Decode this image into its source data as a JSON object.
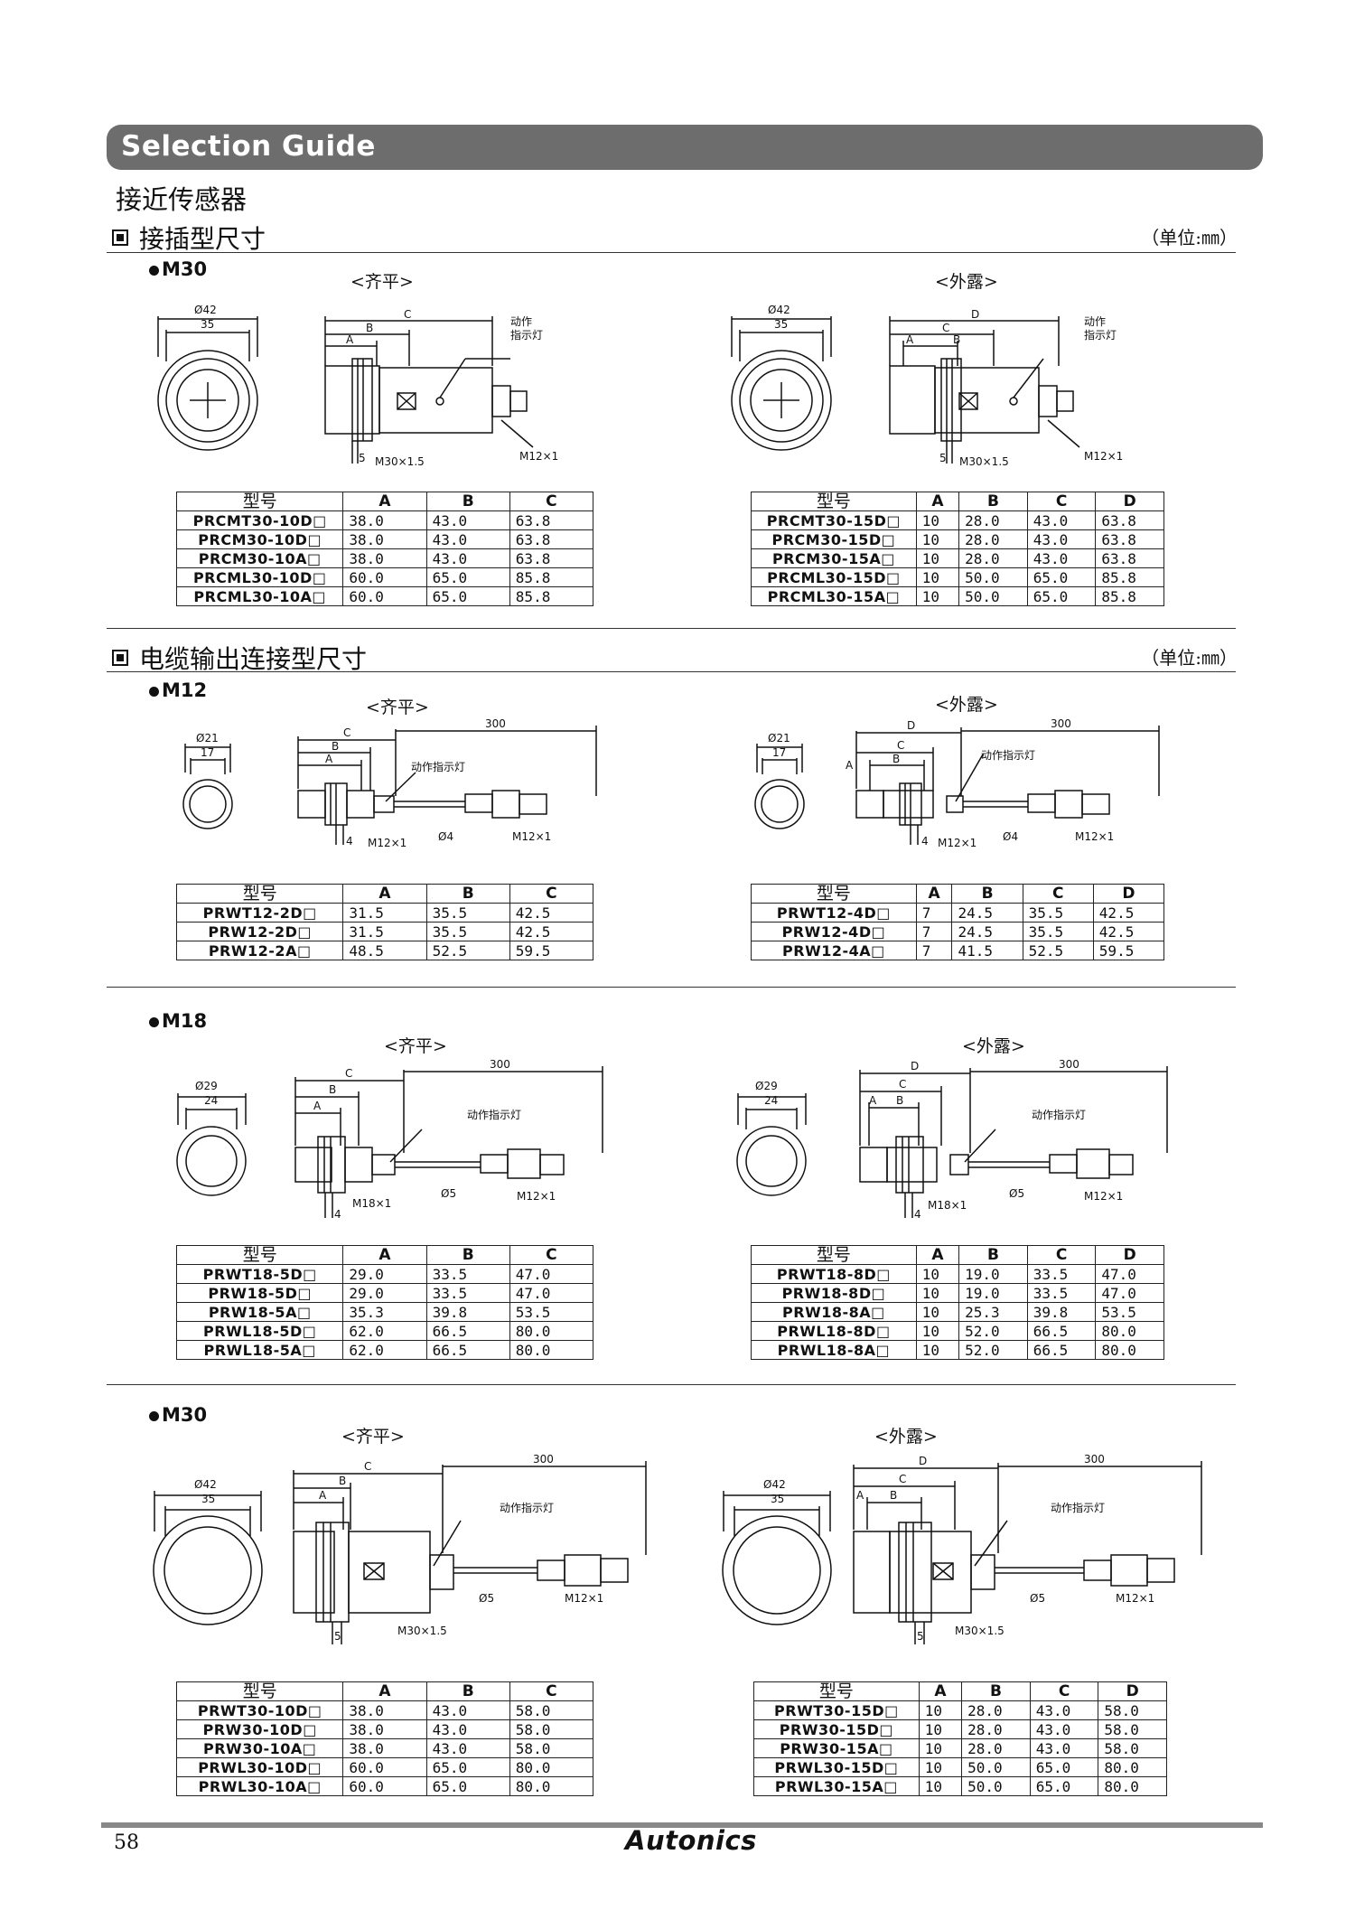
{
  "header": {
    "title": "Selection Guide",
    "subtitle": "接近传感器"
  },
  "sections": [
    {
      "title": "接插型尺寸",
      "unit": "（单位:㎜）"
    },
    {
      "title": "电缆输出连接型尺寸",
      "unit": "（单位:㎜）"
    }
  ],
  "sizes": {
    "m30": "M30",
    "m12": "M12",
    "m18": "M18"
  },
  "views": {
    "flush": "<齐平>",
    "nonflush": "<外露>"
  },
  "labels": {
    "indicator": "动作指示灯",
    "ind_a": "动作",
    "ind_b": "指示灯",
    "m12x1": "M12×1",
    "m18x1": "M18×1",
    "m30x15": "M30×1.5",
    "len300": "300",
    "phi4": "Ø4",
    "phi5": "Ø5",
    "d42": "Ø42",
    "d35": "35",
    "d21": "Ø21",
    "d17": "17",
    "d29": "Ø29",
    "d24": "24",
    "five": "5",
    "four": "4",
    "A": "A",
    "B": "B",
    "C": "C",
    "D": "D"
  },
  "tables": {
    "conn_m30_flush": {
      "headers": [
        "型号",
        "A",
        "B",
        "C"
      ],
      "rows": [
        [
          "PRCMT30-10D□",
          "38.0",
          "43.0",
          "63.8"
        ],
        [
          "PRCM30-10D□",
          "38.0",
          "43.0",
          "63.8"
        ],
        [
          "PRCM30-10A□",
          "38.0",
          "43.0",
          "63.8"
        ],
        [
          "PRCML30-10D□",
          "60.0",
          "65.0",
          "85.8"
        ],
        [
          "PRCML30-10A□",
          "60.0",
          "65.0",
          "85.8"
        ]
      ]
    },
    "conn_m30_nonflush": {
      "headers": [
        "型号",
        "A",
        "B",
        "C",
        "D"
      ],
      "rows": [
        [
          "PRCMT30-15D□",
          "10",
          "28.0",
          "43.0",
          "63.8"
        ],
        [
          "PRCM30-15D□",
          "10",
          "28.0",
          "43.0",
          "63.8"
        ],
        [
          "PRCM30-15A□",
          "10",
          "28.0",
          "43.0",
          "63.8"
        ],
        [
          "PRCML30-15D□",
          "10",
          "50.0",
          "65.0",
          "85.8"
        ],
        [
          "PRCML30-15A□",
          "10",
          "50.0",
          "65.0",
          "85.8"
        ]
      ]
    },
    "cable_m12_flush": {
      "headers": [
        "型号",
        "A",
        "B",
        "C"
      ],
      "rows": [
        [
          "PRWT12-2D□",
          "31.5",
          "35.5",
          "42.5"
        ],
        [
          "PRW12-2D□",
          "31.5",
          "35.5",
          "42.5"
        ],
        [
          "PRW12-2A□",
          "48.5",
          "52.5",
          "59.5"
        ]
      ]
    },
    "cable_m12_nonflush": {
      "headers": [
        "型号",
        "A",
        "B",
        "C",
        "D"
      ],
      "rows": [
        [
          "PRWT12-4D□",
          "7",
          "24.5",
          "35.5",
          "42.5"
        ],
        [
          "PRW12-4D□",
          "7",
          "24.5",
          "35.5",
          "42.5"
        ],
        [
          "PRW12-4A□",
          "7",
          "41.5",
          "52.5",
          "59.5"
        ]
      ]
    },
    "cable_m18_flush": {
      "headers": [
        "型号",
        "A",
        "B",
        "C"
      ],
      "rows": [
        [
          "PRWT18-5D□",
          "29.0",
          "33.5",
          "47.0"
        ],
        [
          "PRW18-5D□",
          "29.0",
          "33.5",
          "47.0"
        ],
        [
          "PRW18-5A□",
          "35.3",
          "39.8",
          "53.5"
        ],
        [
          "PRWL18-5D□",
          "62.0",
          "66.5",
          "80.0"
        ],
        [
          "PRWL18-5A□",
          "62.0",
          "66.5",
          "80.0"
        ]
      ]
    },
    "cable_m18_nonflush": {
      "headers": [
        "型号",
        "A",
        "B",
        "C",
        "D"
      ],
      "rows": [
        [
          "PRWT18-8D□",
          "10",
          "19.0",
          "33.5",
          "47.0"
        ],
        [
          "PRW18-8D□",
          "10",
          "19.0",
          "33.5",
          "47.0"
        ],
        [
          "PRW18-8A□",
          "10",
          "25.3",
          "39.8",
          "53.5"
        ],
        [
          "PRWL18-8D□",
          "10",
          "52.0",
          "66.5",
          "80.0"
        ],
        [
          "PRWL18-8A□",
          "10",
          "52.0",
          "66.5",
          "80.0"
        ]
      ]
    },
    "cable_m30_flush": {
      "headers": [
        "型号",
        "A",
        "B",
        "C"
      ],
      "rows": [
        [
          "PRWT30-10D□",
          "38.0",
          "43.0",
          "58.0"
        ],
        [
          "PRW30-10D□",
          "38.0",
          "43.0",
          "58.0"
        ],
        [
          "PRW30-10A□",
          "38.0",
          "43.0",
          "58.0"
        ],
        [
          "PRWL30-10D□",
          "60.0",
          "65.0",
          "80.0"
        ],
        [
          "PRWL30-10A□",
          "60.0",
          "65.0",
          "80.0"
        ]
      ]
    },
    "cable_m30_nonflush": {
      "headers": [
        "型号",
        "A",
        "B",
        "C",
        "D"
      ],
      "rows": [
        [
          "PRWT30-15D□",
          "10",
          "28.0",
          "43.0",
          "58.0"
        ],
        [
          "PRW30-15D□",
          "10",
          "28.0",
          "43.0",
          "58.0"
        ],
        [
          "PRW30-15A□",
          "10",
          "28.0",
          "43.0",
          "58.0"
        ],
        [
          "PRWL30-15D□",
          "10",
          "50.0",
          "65.0",
          "80.0"
        ],
        [
          "PRWL30-15A□",
          "10",
          "50.0",
          "65.0",
          "80.0"
        ]
      ]
    }
  },
  "footer": {
    "page": "58",
    "logo": "Autonics"
  }
}
